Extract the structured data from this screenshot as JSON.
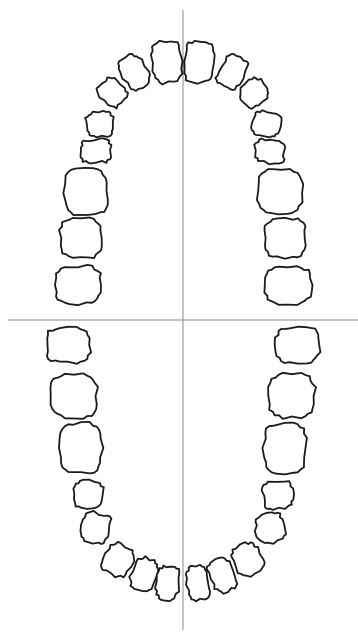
{
  "diagram": {
    "type": "dental-arch-chart",
    "arches": [
      {
        "name": "upper",
        "teeth_count": 16
      },
      {
        "name": "lower",
        "teeth_count": 16
      }
    ],
    "divider_lines": [
      "vertical-midline",
      "horizontal-occlusal-line"
    ],
    "colors": {
      "tooth_outline": "#1a1a1a",
      "tooth_fill": "#ffffff",
      "axis_line": "#8a8a8a",
      "background": "#ffffff"
    }
  }
}
